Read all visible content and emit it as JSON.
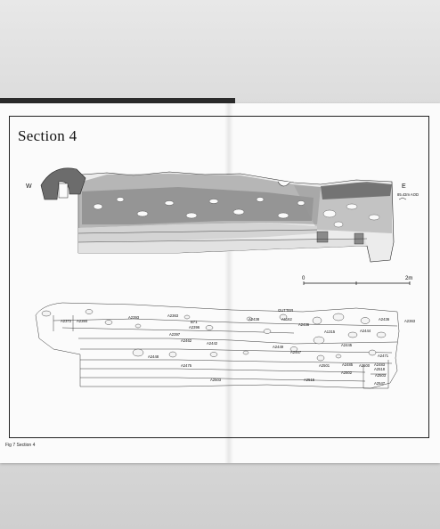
{
  "title": "Section 4",
  "caption": "Fig 7 Section 4",
  "upper_section": {
    "west_label": "W",
    "east_label": "E",
    "datum_label": "85.43m AOD"
  },
  "scale_bar": {
    "start": "0",
    "end": "2m"
  },
  "lower_section": {
    "labels": [
      {
        "id": "a2363_top",
        "text": "A2363"
      },
      {
        "id": "b71",
        "text": "B71"
      },
      {
        "id": "gutter",
        "text": "GUTTER"
      },
      {
        "id": "a2438",
        "text": "A2438"
      },
      {
        "id": "a1162",
        "text": "A1162"
      },
      {
        "id": "a2436_mid",
        "text": "A2436"
      },
      {
        "id": "a2436_right",
        "text": "A2436"
      },
      {
        "id": "a2363_right",
        "text": "A2363"
      },
      {
        "id": "a2372",
        "text": "A2372"
      },
      {
        "id": "a2384",
        "text": "A2384"
      },
      {
        "id": "a2393",
        "text": "A2393"
      },
      {
        "id": "a2396",
        "text": "A2396"
      },
      {
        "id": "a1315",
        "text": "A1315"
      },
      {
        "id": "a2444",
        "text": "A2444"
      },
      {
        "id": "a2397",
        "text": "A2397"
      },
      {
        "id": "a2462",
        "text": "A2462"
      },
      {
        "id": "a2442",
        "text": "A2442"
      },
      {
        "id": "a2449",
        "text": "A2449"
      },
      {
        "id": "a2445",
        "text": "A2445"
      },
      {
        "id": "a2448",
        "text": "A2448"
      },
      {
        "id": "a2467",
        "text": "A2467"
      },
      {
        "id": "a2471",
        "text": "A2471"
      },
      {
        "id": "a2475",
        "text": "A2475"
      },
      {
        "id": "a2501",
        "text": "A2501"
      },
      {
        "id": "a2485",
        "text": "A2485"
      },
      {
        "id": "a2500",
        "text": "A2500"
      },
      {
        "id": "a2483",
        "text": "A2483"
      },
      {
        "id": "a2518",
        "text": "A2518"
      },
      {
        "id": "a2502",
        "text": "A2502"
      },
      {
        "id": "a2503",
        "text": "A2503"
      },
      {
        "id": "a2503_b",
        "text": "A2503"
      },
      {
        "id": "a2515",
        "text": "A2515"
      },
      {
        "id": "a2547",
        "text": "A2547"
      }
    ]
  }
}
